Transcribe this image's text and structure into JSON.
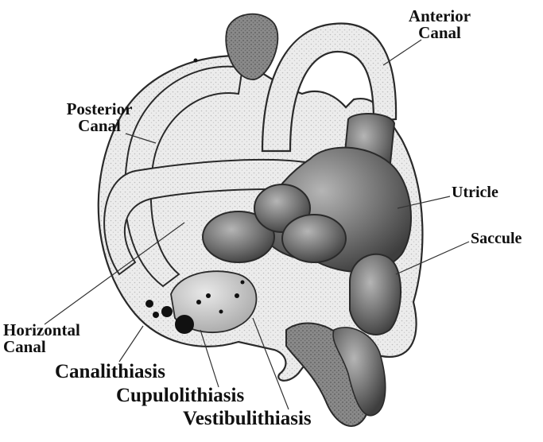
{
  "labels": {
    "anterior_canal": [
      "Anterior",
      "Canal"
    ],
    "posterior_canal": [
      "Posterior",
      "Canal"
    ],
    "utricle": "Utricle",
    "saccule": "Saccule",
    "horizontal_canal": [
      "Horizontal",
      "Canal"
    ],
    "canalithiasis": "Canalithiasis",
    "cupulolithiasis": "Cupulolithiasis",
    "vestibulithiasis": "Vestibulithiasis"
  },
  "colors": {
    "outline": "#2a2a2a",
    "membrane_light": "#e2e2e2",
    "tissue_mid": "#8e8e8e",
    "tissue_dark": "#4a4a4a",
    "otoconia": "#111111",
    "leader_line": "#333333"
  }
}
